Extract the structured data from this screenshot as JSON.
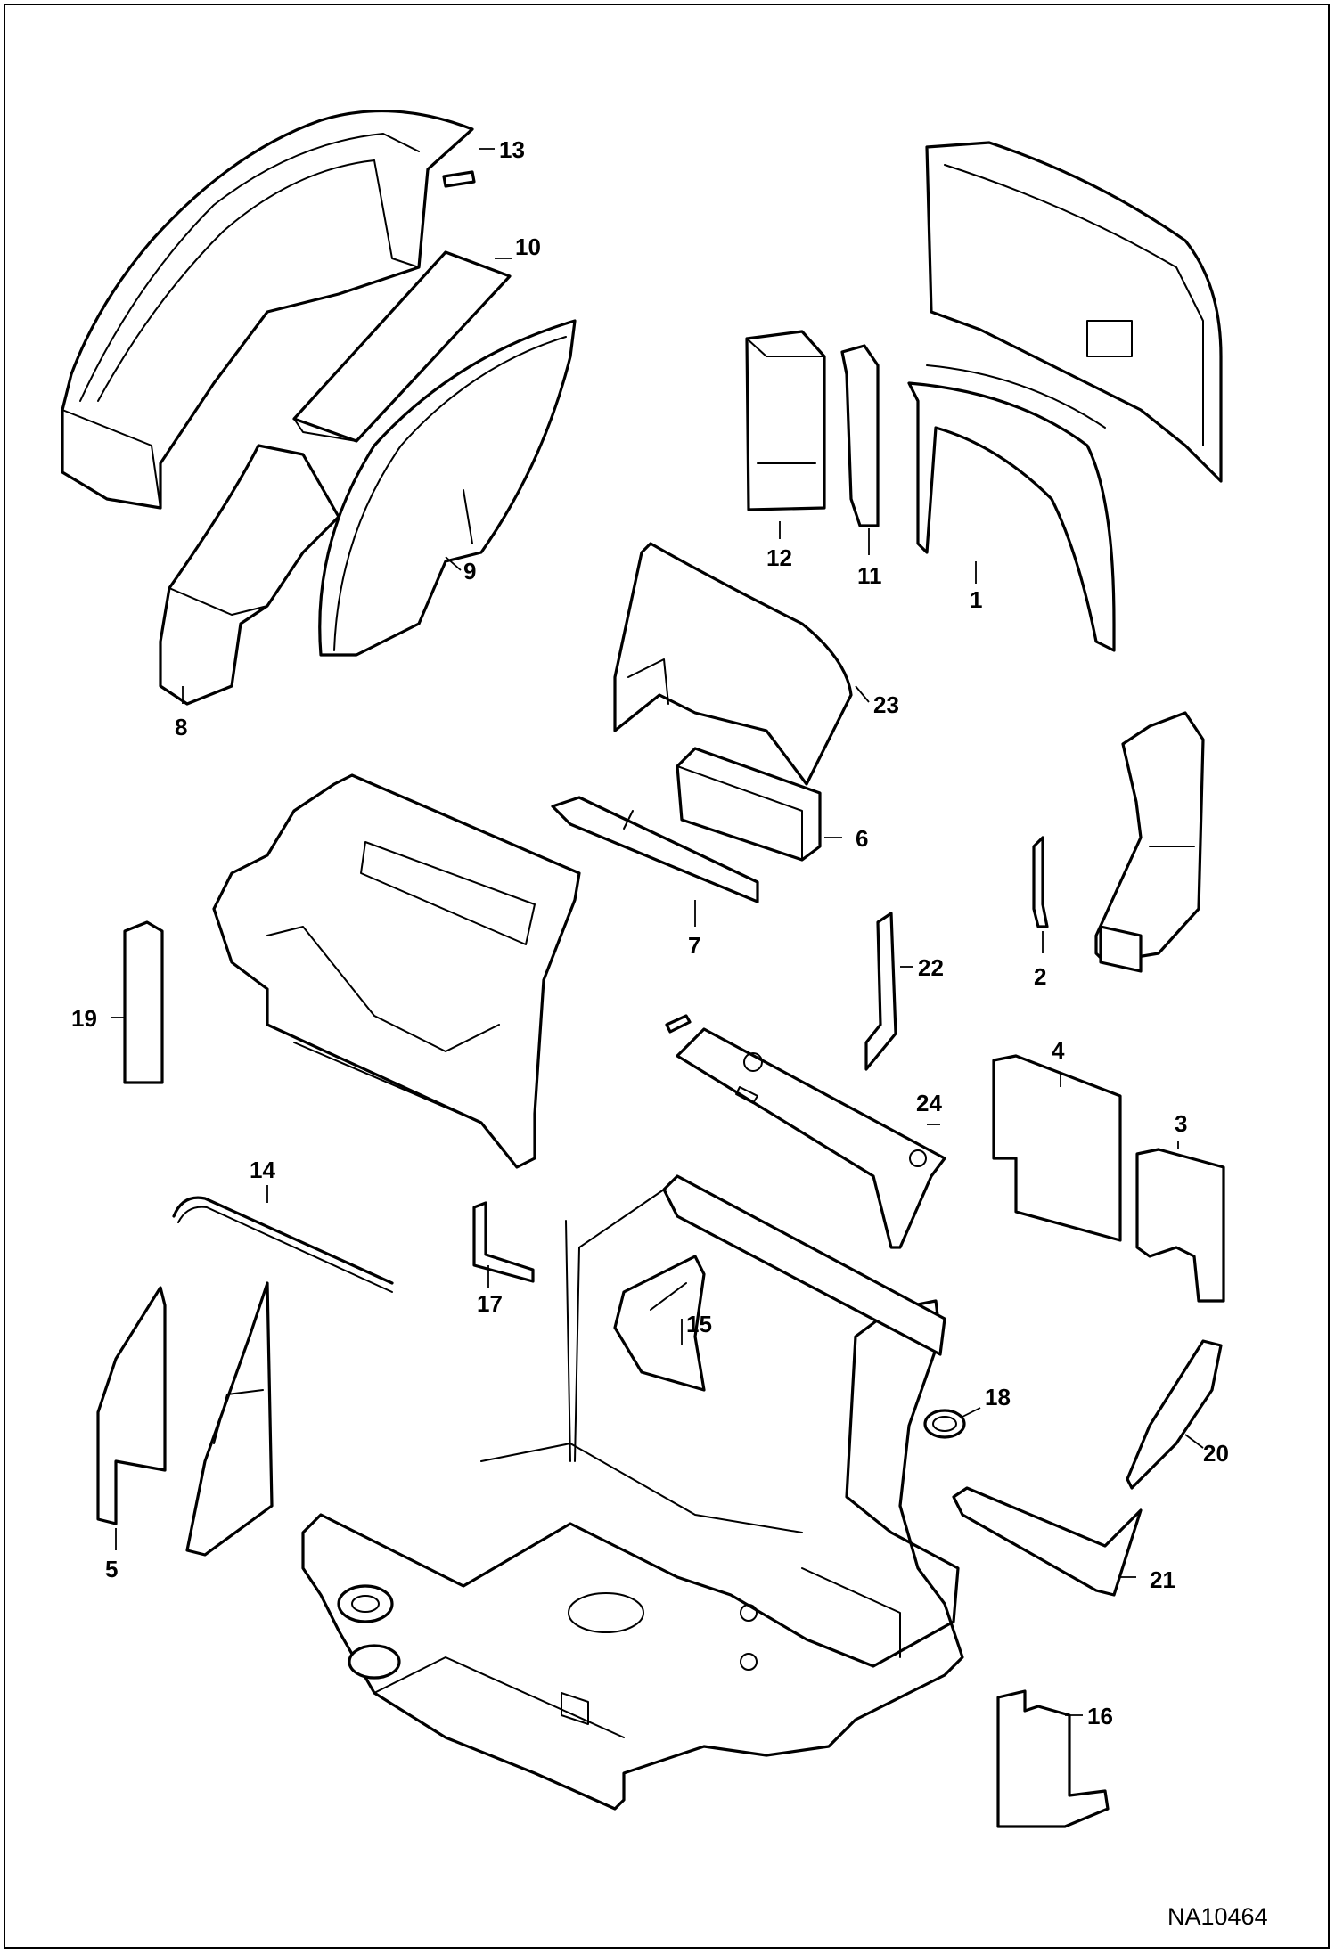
{
  "callouts": {
    "c1": "1",
    "c2": "2",
    "c3": "3",
    "c4": "4",
    "c5": "5",
    "c6": "6",
    "c7": "7",
    "c8": "8",
    "c9": "9",
    "c10": "10",
    "c11": "11",
    "c12": "12",
    "c13": "13",
    "c14": "14",
    "c15": "15",
    "c16": "16",
    "c17": "17",
    "c18": "18",
    "c19": "19",
    "c20": "20",
    "c21": "21",
    "c22": "22",
    "c23": "23",
    "c24": "24"
  },
  "drawing_code": "NA10464"
}
